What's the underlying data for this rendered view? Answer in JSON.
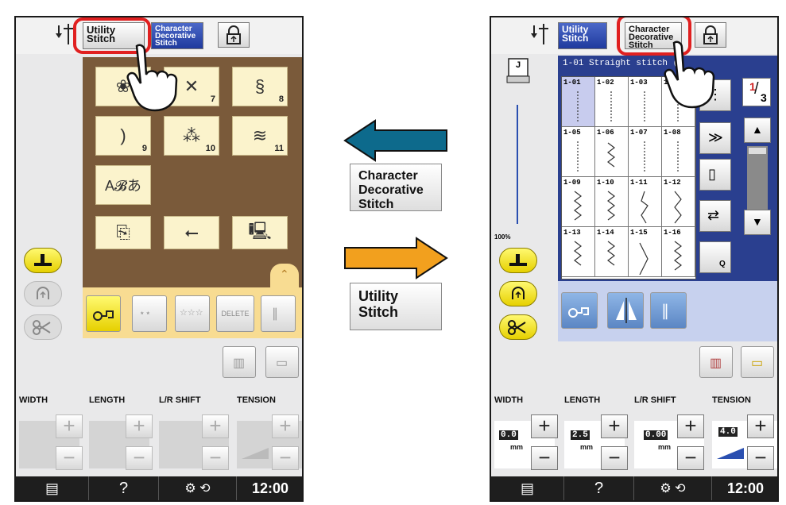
{
  "left_screen": {
    "tabs": {
      "utility_label": "Utility\nStitch",
      "character_label": "Character\nDecorative\nStitch"
    },
    "categories": [
      {
        "num": "7"
      },
      {
        "num": "8"
      },
      {
        "num": "9"
      },
      {
        "num": "10"
      },
      {
        "num": "11"
      }
    ],
    "font_tile_text": "A𝓑あ",
    "bottom_bar_labels": {
      "delete": "DELETE"
    },
    "controls": {
      "width": "WIDTH",
      "length": "LENGTH",
      "lr_shift": "L/R SHIFT",
      "tension": "TENSION"
    },
    "status": {
      "help": "?",
      "time": "12:00"
    }
  },
  "middle": {
    "char_button": "Character\nDecorative\nStitch",
    "utility_button": "Utility\nStitch",
    "colors": {
      "left_arrow": "#0d6a8c",
      "right_arrow": "#f2a01e"
    }
  },
  "right_screen": {
    "tabs": {
      "utility_label": "Utility\nStitch",
      "character_label": "Character\nDecorative\nStitch"
    },
    "foot_label": "J",
    "header": "1-01  Straight stitch (L",
    "zoom": "100%",
    "page": {
      "current": "1",
      "total": "3"
    },
    "stitches": [
      "1-01",
      "1-02",
      "1-03",
      "1-04",
      "1-05",
      "1-06",
      "1-07",
      "1-08",
      "1-09",
      "1-10",
      "1-11",
      "1-12",
      "1-13",
      "1-14",
      "1-15",
      "1-16"
    ],
    "q_label": "Q",
    "controls": {
      "width": "WIDTH",
      "length": "LENGTH",
      "lr_shift": "L/R SHIFT",
      "tension": "TENSION"
    },
    "values": {
      "width": "0.0",
      "length": "2.5",
      "lr_shift": "0.00",
      "tension": "4.0",
      "unit": "mm"
    },
    "status": {
      "help": "?",
      "time": "12:00"
    }
  }
}
